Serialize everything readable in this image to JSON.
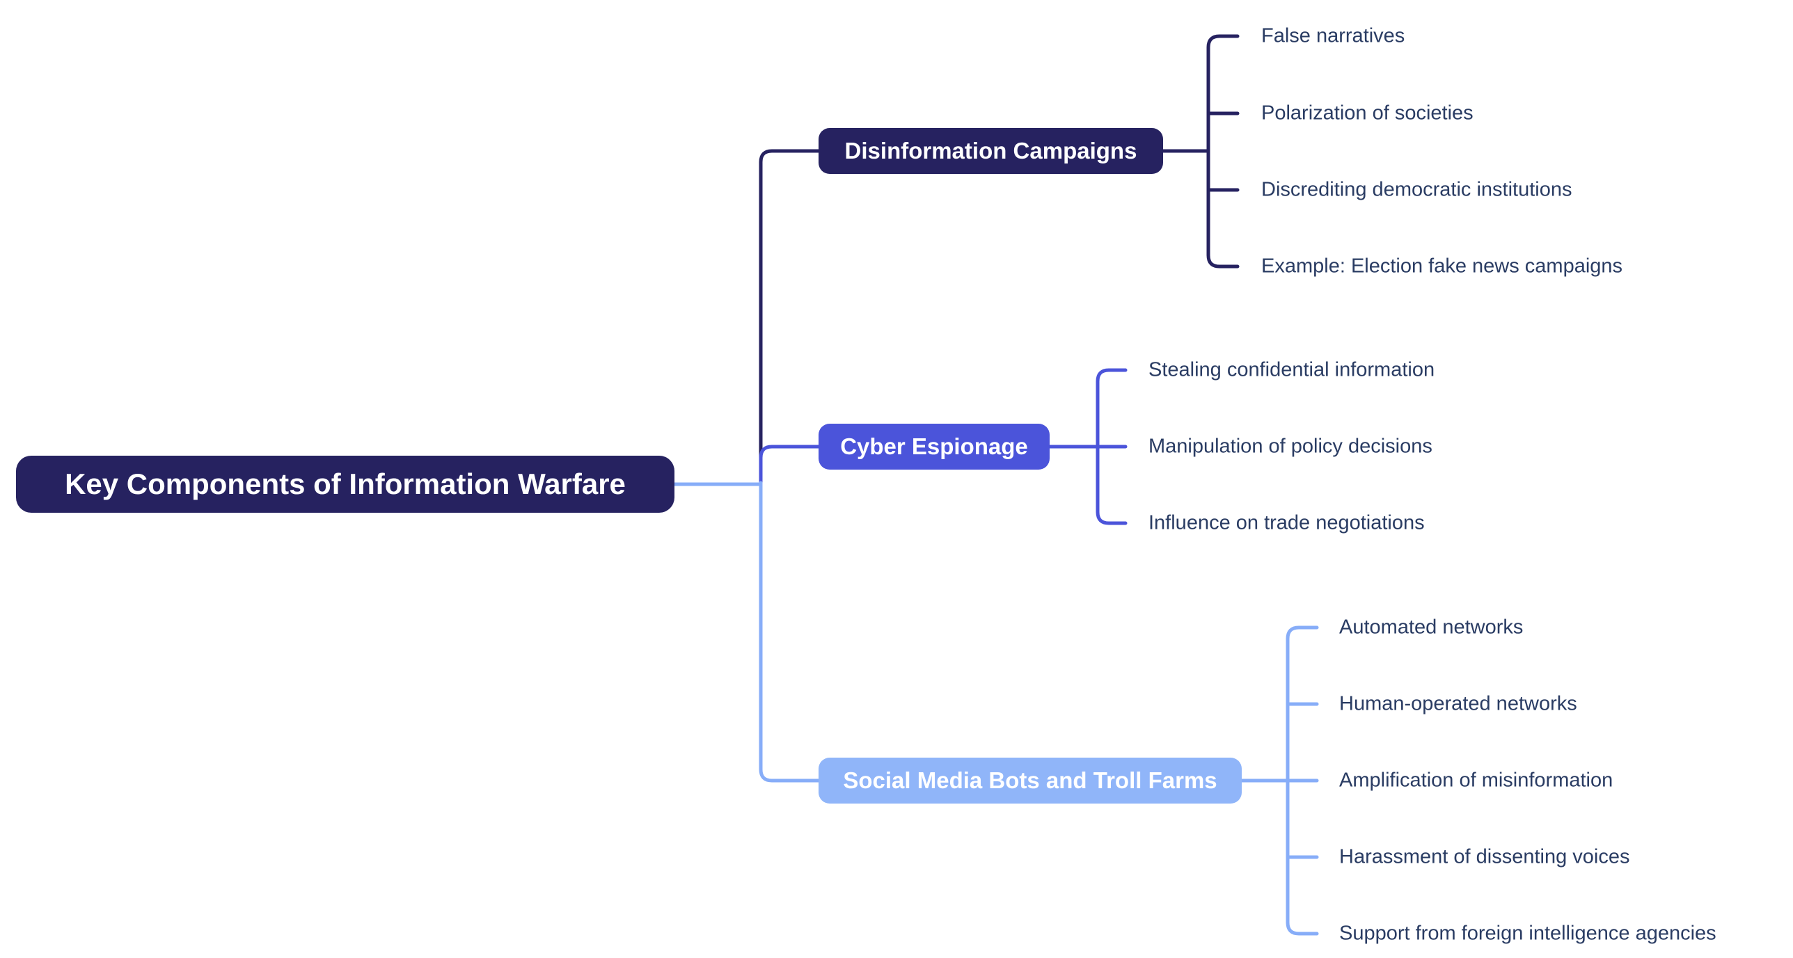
{
  "diagram": {
    "type": "mindmap",
    "background": "#ffffff",
    "colors": {
      "root_node_bg": "#262260",
      "root_node_text": "#ffffff",
      "branch_disinformation_color": "#262260",
      "branch_cyber_color": "#4B54DA",
      "branch_social_color": "#90B5F9",
      "root_link_color": "#87ADF8",
      "leaf_text_color": "#2A3C63",
      "branch_node_text": "#ffffff"
    },
    "root": {
      "label": "Key Components of Information Warfare"
    },
    "branches": [
      {
        "label": "Disinformation Campaigns",
        "children": [
          "False narratives",
          "Polarization of societies",
          "Discrediting democratic institutions",
          "Example: Election fake news campaigns"
        ]
      },
      {
        "label": "Cyber Espionage",
        "children": [
          "Stealing confidential information",
          "Manipulation of policy decisions",
          "Influence on trade negotiations"
        ]
      },
      {
        "label": "Social Media Bots and Troll Farms",
        "children": [
          "Automated networks",
          "Human-operated networks",
          "Amplification of misinformation",
          "Harassment of dissenting voices",
          "Support from foreign intelligence agencies"
        ]
      }
    ]
  }
}
